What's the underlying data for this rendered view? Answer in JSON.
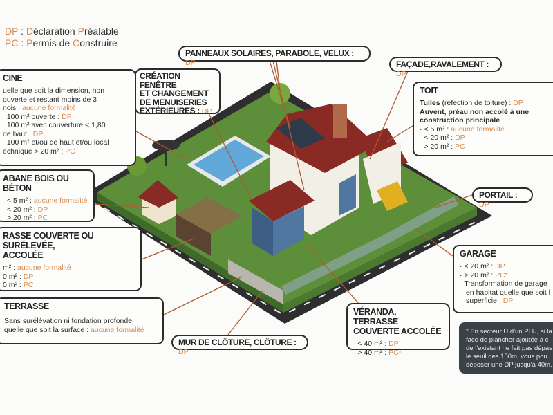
{
  "legend": {
    "dp": {
      "a": "D",
      "b": "P",
      "sep": " : ",
      "w1a": "D",
      "w1b": "éclaration ",
      "w2a": "P",
      "w2b": "réalable"
    },
    "pc": {
      "a": "P",
      "b": "C",
      "sep": " : ",
      "w1a": "P",
      "w1b": "ermis de ",
      "w2a": "C",
      "w2b": "onstruire"
    }
  },
  "piscine": {
    "title": "CINE",
    "l1": "uelle que soit la dimension, non",
    "l2": "ouverte et restant moins de 3",
    "l3a": "nois : ",
    "l3b": "aucune formalité",
    "l4a": "100 m² ouverte : ",
    "l4b": "DP",
    "l5": "100 m² avec couverture < 1,80",
    "l6a": "de haut : ",
    "l6b": "DP",
    "l7": "100 m² et/ou de haut et/ou local",
    "l8a": "echnique > 20 m² : ",
    "l8b": "PC"
  },
  "fenetre": {
    "title1": "CRÉATION FENÊTRE",
    "title2": "ET CHANGEMENT",
    "title3": "DE MENUISERIES",
    "title4": "EXTÉRIEURES : ",
    "tag": "DP"
  },
  "panneaux": {
    "title": "PANNEAUX SOLAIRES, PARABOLE, VELUX : ",
    "tag": "DP"
  },
  "facade": {
    "title": "FAÇADE,RAVALEMENT : ",
    "tag": "DP"
  },
  "toit": {
    "title": "TOIT",
    "tuiles": "Tuiles",
    "tuiles_rest": " (réfection de toiture) : ",
    "tuiles_tag": "DP",
    "auvent1": "Auvent, préau non accolé à une",
    "auvent2": "construction principale",
    "items": [
      {
        "a": "< 5 m² : ",
        "b": "aucune formalité"
      },
      {
        "a": "< 20 m² : ",
        "b": "DP"
      },
      {
        "a": "> 20 m² : ",
        "b": "PC"
      }
    ]
  },
  "portail": {
    "title": "PORTAIL : ",
    "tag": "DP"
  },
  "cabane": {
    "title": "ABANE BOIS OU BÉTON",
    "items": [
      {
        "a": "< 5 m² : ",
        "b": "aucune formalité"
      },
      {
        "a": "< 20 m² : ",
        "b": "DP"
      },
      {
        "a": "> 20 m² : ",
        "b": "PC"
      }
    ]
  },
  "terrasse_couverte": {
    "title1": "RASSE COUVERTE OU SURÉLEVÉE,",
    "title2": "ACCOLÉE",
    "items": [
      {
        "a": "m² : ",
        "b": "aucune formalité"
      },
      {
        "a": "0 m² : ",
        "b": "DP"
      },
      {
        "a": "0 m² : ",
        "b": "PC"
      }
    ]
  },
  "terrasse": {
    "title": "TERRASSE",
    "l1": "Sans surélévation ni fondation profonde,",
    "l2a": "quelle que soit la surface : ",
    "l2b": "aucune formalité"
  },
  "mur": {
    "title": "MUR DE CLÔTURE, CLÔTURE : ",
    "tag": "DP"
  },
  "veranda": {
    "title1": "VÉRANDA, TERRASSE",
    "title2": "COUVERTE ACCOLÉE",
    "items": [
      {
        "a": "< 40 m² : ",
        "b": "DP"
      },
      {
        "a": "> 40 m² : ",
        "b": "PC*"
      }
    ]
  },
  "garage": {
    "title": "GARAGE",
    "items": [
      {
        "a": "< 20 m² : ",
        "b": "DP"
      },
      {
        "a": "> 20 m² : ",
        "b": "PC*"
      }
    ],
    "t1": "Transformation de garage",
    "t2": "en habitat quelle que soit l",
    "t3a": "superficie : ",
    "t3b": "DP"
  },
  "note": {
    "l1": "* En secteur U d'un PLU, si la s",
    "l2": "face de plancher ajoutée à c",
    "l3": "de l'existant ne fait pas dépas",
    "l4": "le seuil des 150m, vous pou",
    "l5": "déposer une DP jusqu'à 40m."
  },
  "colors": {
    "accent": "#d98b4f",
    "road": "#2e2e30",
    "grass": "#5d8f3a",
    "roof": "#8a2a24",
    "note_bg": "#3a4147"
  }
}
